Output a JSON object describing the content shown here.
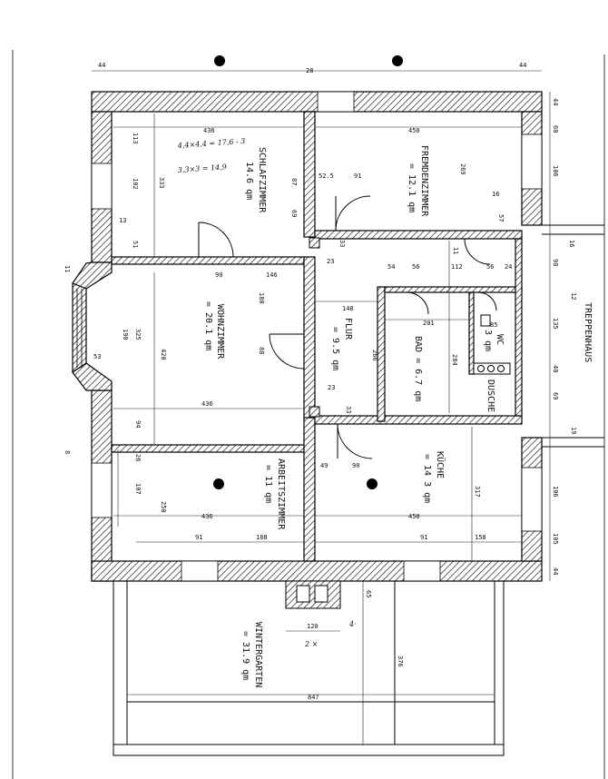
{
  "rooms": {
    "schlafzimmer": {
      "name": "SCHLAFZIMMER",
      "area": "14.6 qm"
    },
    "fremdenzimmer": {
      "name": "FREMDENZIMMER",
      "area": "= 12.1 qm"
    },
    "wohnzimmer": {
      "name": "WOHNZIMMER",
      "area": "= 20.1 qm"
    },
    "flur": {
      "name": "FLUR",
      "area": "= 9.5 qm"
    },
    "bad": {
      "name": "BAD = 6.7 qm"
    },
    "wc": {
      "name": "WC",
      "area": "3 qm"
    },
    "dusche": {
      "name": "DUSCHE"
    },
    "arbeitszimmer": {
      "name": "ARBEITSZIMMER",
      "area": "= 11 qm"
    },
    "kueche": {
      "name": "KÜCHE",
      "area": "= 14 3 qm"
    },
    "wintergarten": {
      "name": "WINTERGARTEN",
      "area": "= 31.9 qm"
    },
    "treppenhaus": {
      "name": "TREPPENHAUS"
    }
  },
  "handwriting": {
    "line1": "4,4×4,4 = 17,6 - 3",
    "line2": "3,3×3 = 14,9",
    "note1": "4·",
    "note2": "2 ×"
  },
  "dims": {
    "top_left": "44",
    "top_mid": "28",
    "top_right": "44",
    "r1": "44",
    "r2": "60",
    "r3": "106",
    "r4": "16",
    "r5": "98",
    "r6": "12",
    "r7": "135",
    "r8": "40",
    "r9": "69",
    "r10": "19",
    "r11": "106",
    "r12": "105",
    "r13": "44",
    "schlaf_w": "436",
    "schlaf_h": "333",
    "schlaf_a": "113",
    "schlaf_b": "102",
    "schlaf_c": "13",
    "schlaf_d": "51",
    "schlaf_e": "87",
    "schlaf_f": "69",
    "fremd_w": "450",
    "fremd_h": "269",
    "fremd_a": "52.5",
    "fremd_b": "91",
    "fremd_c": "16",
    "fremd_d": "57",
    "fremd_e": "33",
    "wohn_a": "90",
    "wohn_b": "146",
    "wohn_c": "180",
    "wohn_d": "88",
    "wohn_w": "436",
    "wohn_h": "420",
    "wohn_e": "190",
    "wohn_f": "325",
    "wohn_g": "53",
    "wohn_h2": "94",
    "wohn_i": "11",
    "wohn_j": "23",
    "flur_a": "148",
    "flur_b": "266",
    "flur_c": "23",
    "flur_d": "33",
    "bad_a": "54",
    "bad_b": "56",
    "bad_c": "112",
    "bad_d": "56",
    "bad_e": "24",
    "bad_f": "201",
    "bad_g": "284",
    "bad_h": "85",
    "bad_i": "11",
    "arb_a": "26",
    "arb_b": "107",
    "arb_c": "250",
    "arb_d": "436",
    "arb_e": "91",
    "arb_f": "188",
    "arb_g": "8",
    "kue_a": "49",
    "kue_b": "90",
    "kue_c": "317",
    "kue_d": "450",
    "kue_e": "91",
    "kue_f": "158",
    "win_a": "120",
    "win_b": "65",
    "win_c": "376",
    "win_d": "847"
  }
}
